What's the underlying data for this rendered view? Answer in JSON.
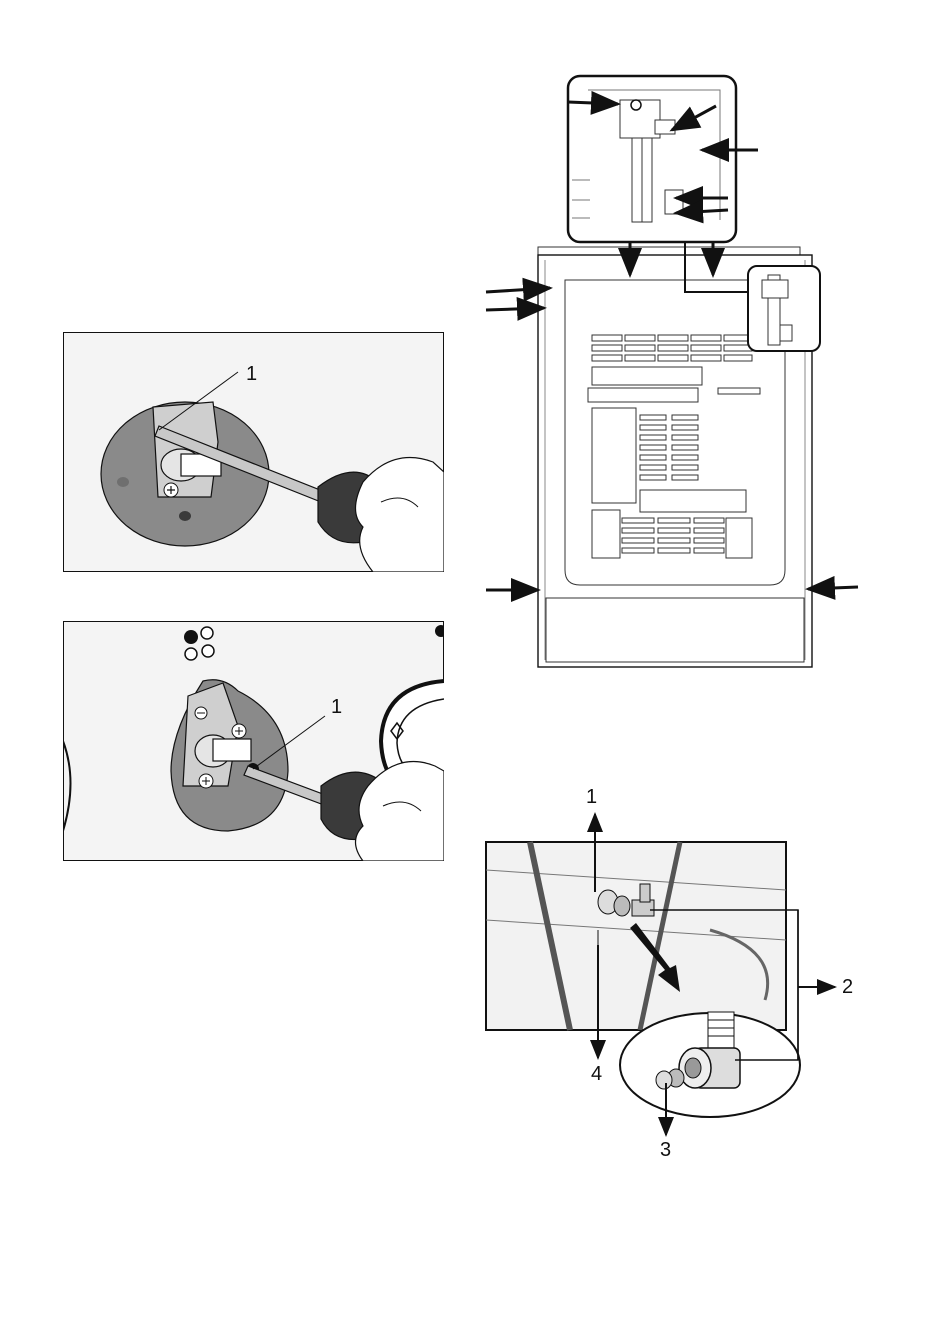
{
  "figures": {
    "knob_stem_round": {
      "callout": "1"
    },
    "knob_stem_drop": {
      "callout": "1"
    },
    "rear_panel": {
      "callouts": []
    },
    "connector_detail": {
      "callouts": [
        "1",
        "2",
        "3",
        "4"
      ]
    }
  },
  "colors": {
    "line": "#111111",
    "plate": "#8a8a8a",
    "plate_dark": "#6f6f6f",
    "panel_bg": "#f4f4f4",
    "photo_bg": "#f2f2f2"
  }
}
